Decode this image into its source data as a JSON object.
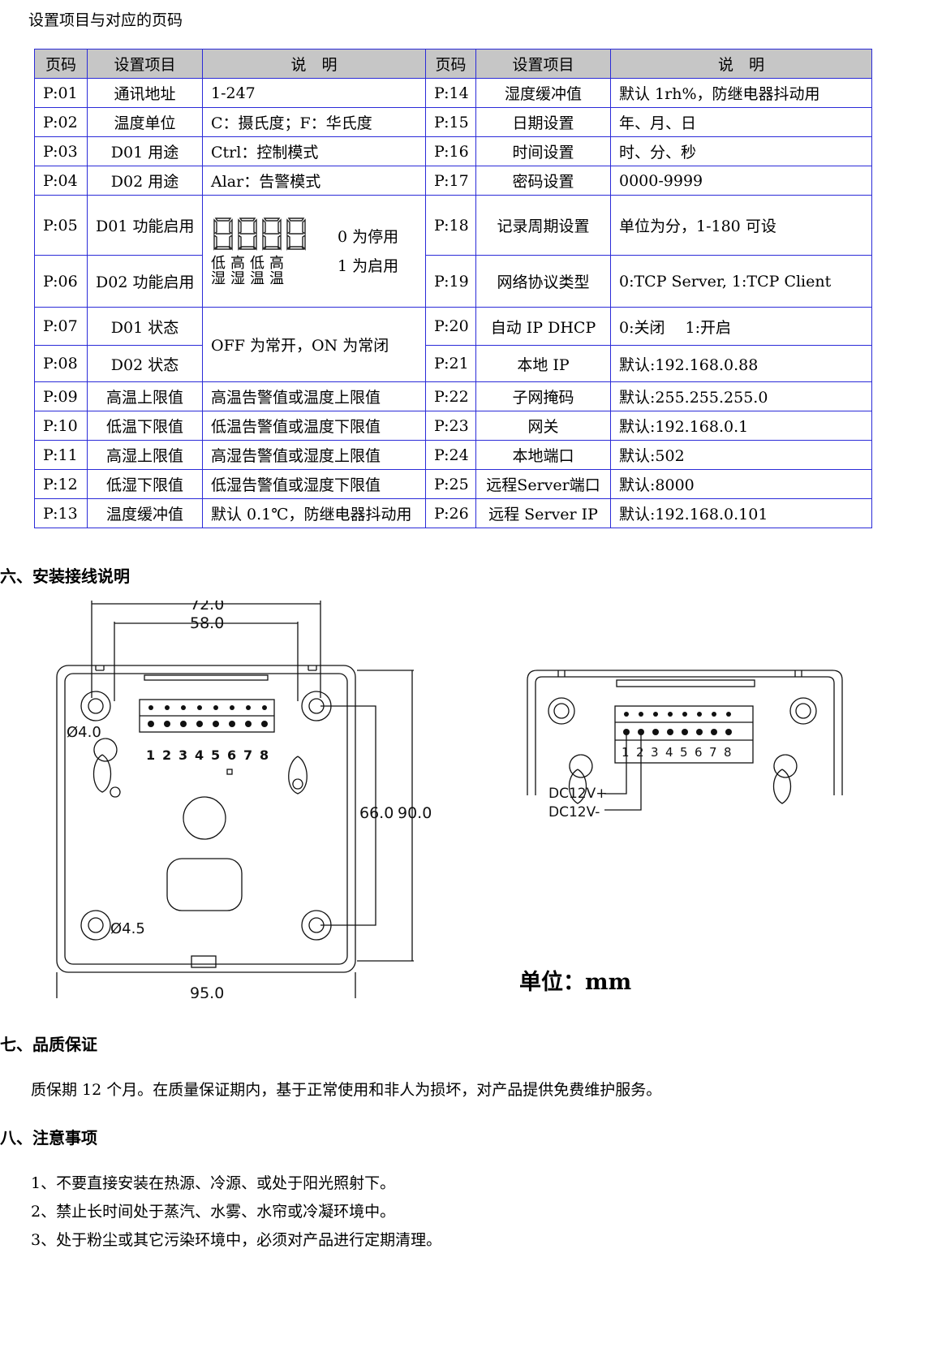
{
  "intro": "设置项目与对应的页码",
  "table": {
    "headers": [
      "页码",
      "设置项目",
      "说　明",
      "页码",
      "设置项目",
      "说　明"
    ],
    "left": [
      {
        "code": "P:01",
        "item": "通讯地址",
        "desc": "1-247"
      },
      {
        "code": "P:02",
        "item": "温度单位",
        "desc": "C：摄氏度；F：华氏度"
      },
      {
        "code": "P:03",
        "item": "D01 用途",
        "desc": "Ctrl：控制模式"
      },
      {
        "code": "P:04",
        "item": "D02 用途",
        "desc": "Alar：告警模式"
      },
      {
        "code": "P:05",
        "item": "D01 功能启用"
      },
      {
        "code": "P:06",
        "item": "D02 功能启用"
      },
      {
        "code": "P:07",
        "item": "D01 状态"
      },
      {
        "code": "P:08",
        "item": "D02 状态"
      },
      {
        "code": "P:09",
        "item": "高温上限值",
        "desc": "高温告警值或温度上限值"
      },
      {
        "code": "P:10",
        "item": "低温下限值",
        "desc": "低温告警值或温度下限值"
      },
      {
        "code": "P:11",
        "item": "高湿上限值",
        "desc": "高湿告警值或湿度上限值"
      },
      {
        "code": "P:12",
        "item": "低湿下限值",
        "desc": "低湿告警值或湿度下限值"
      },
      {
        "code": "P:13",
        "item": "温度缓冲值",
        "desc": "默认 0.1℃，防继电器抖动用"
      }
    ],
    "enable_desc": {
      "line1": "0 为停用",
      "line2": "1 为启用",
      "seg_labels_top": "低高低高",
      "seg_labels_bottom": "湿湿温温"
    },
    "state_desc": "OFF 为常开，ON 为常闭",
    "right": [
      {
        "code": "P:14",
        "item": "湿度缓冲值",
        "desc": "默认 1rh%，防继电器抖动用"
      },
      {
        "code": "P:15",
        "item": "日期设置",
        "desc": "年、月、日"
      },
      {
        "code": "P:16",
        "item": "时间设置",
        "desc": "时、分、秒"
      },
      {
        "code": "P:17",
        "item": "密码设置",
        "desc": "0000-9999"
      },
      {
        "code": "P:18",
        "item": "记录周期设置",
        "desc": "单位为分，1-180 可设"
      },
      {
        "code": "P:19",
        "item": "网络协议类型",
        "desc": "0:TCP Server, 1:TCP Client"
      },
      {
        "code": "P:20",
        "item": "自动 IP DHCP",
        "desc": "0:关闭　 1:开启"
      },
      {
        "code": "P:21",
        "item": "本地 IP",
        "desc": "默认:192.168.0.88"
      },
      {
        "code": "P:22",
        "item": "子网掩码",
        "desc": "默认:255.255.255.0"
      },
      {
        "code": "P:23",
        "item": "网关",
        "desc": "默认:192.168.0.1"
      },
      {
        "code": "P:24",
        "item": "本地端口",
        "desc": "默认:502"
      },
      {
        "code": "P:25",
        "item": "远程Server端口",
        "desc": "默认:8000"
      },
      {
        "code": "P:26",
        "item": "远程 Server IP",
        "desc": "默认:192.168.0.101"
      }
    ]
  },
  "section6": {
    "title": "六、安装接线说明",
    "dims": {
      "w72": "72.0",
      "w58": "58.0",
      "h66": "66.0",
      "h90": "90.0",
      "w95": "95.0",
      "d40": "Ø4.0",
      "d45": "Ø4.5"
    },
    "terminal_numbers": [
      "1",
      "2",
      "3",
      "4",
      "5",
      "6",
      "7",
      "8"
    ],
    "power_plus": "DC12V+",
    "power_minus": "DC12V-",
    "unit": "单位：mm"
  },
  "section7": {
    "title": "七、品质保证",
    "text": "质保期 12 个月。在质量保证期内，基于正常使用和非人为损坏，对产品提供免费维护服务。"
  },
  "section8": {
    "title": "八、注意事项",
    "items": [
      "1、不要直接安装在热源、冷源、或处于阳光照射下。",
      "2、禁止长时间处于蒸汽、水雾、水帘或冷凝环境中。",
      "3、处于粉尘或其它污染环境中，必须对产品进行定期清理。"
    ]
  }
}
